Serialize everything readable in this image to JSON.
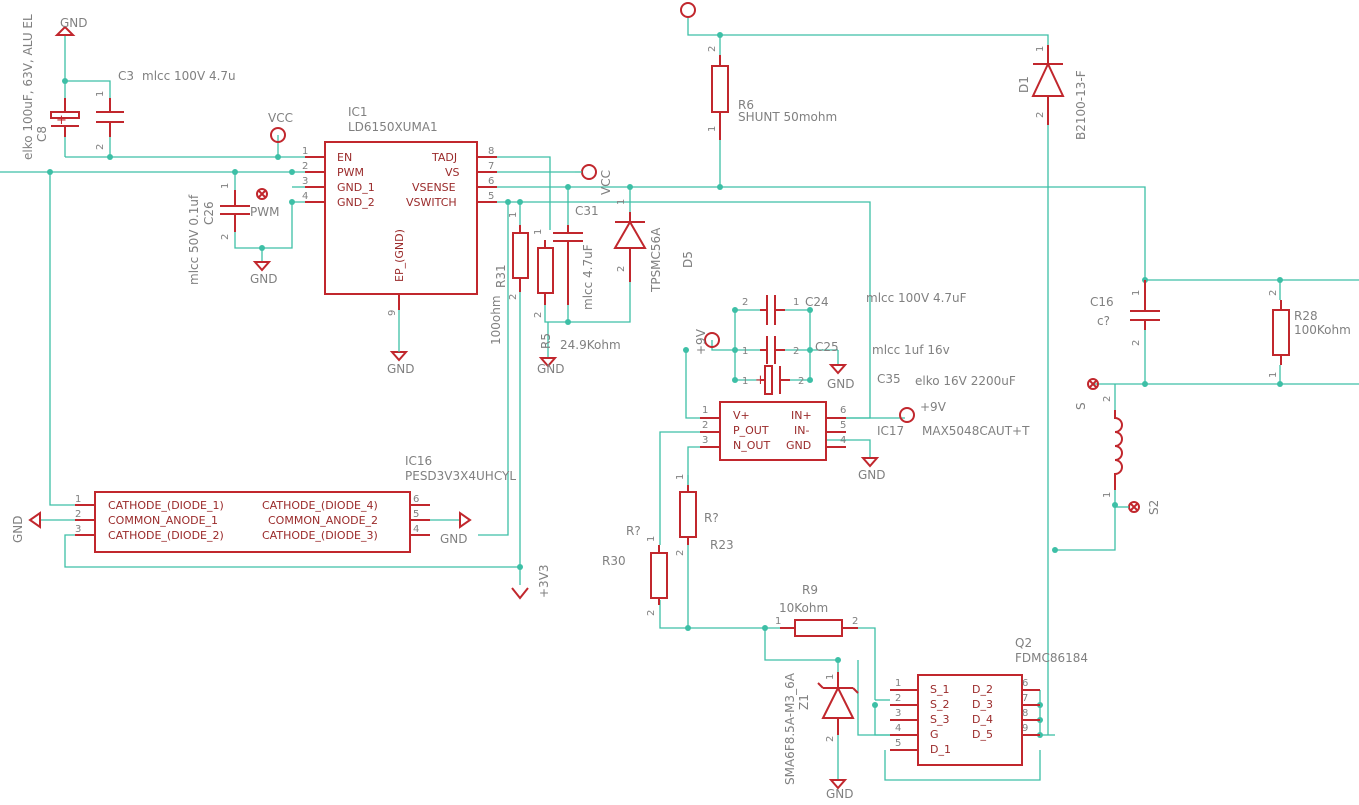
{
  "labels": {
    "gnd_top": "GND",
    "c3_name": "C3",
    "c3_value": "mlcc 100V 4.7u",
    "c8_name": "C8",
    "c8_value": "elko 100uF, 63V, ALU EL",
    "vcc1": "VCC",
    "ic1_name": "IC1",
    "ic1_value": "LD6150XUMA1",
    "vcc2": "VCC",
    "c26_name": "C26",
    "c26_value": "mlcc 50V 0.1uf",
    "pwm_label": "PWM",
    "gnd_c26": "GND",
    "gnd_ic1": "GND",
    "r31_name": "R31",
    "r31_value": "100ohm",
    "c31_name": "C31",
    "c31_value": "mlcc 4.7uF",
    "r5_name": "R5",
    "r5_value": "24.9Kohm",
    "gnd_r5": "GND",
    "d5_name": "D5",
    "d5_value": "TPSMC56A",
    "r6_name": "R6",
    "r6_value": "SHUNT 50mohm",
    "d1_name": "D1",
    "d1_value": "B2100-13-F",
    "c24_name": "C24",
    "c24_value": "mlcc 100V 4.7uF",
    "c25_name": "C25",
    "c25_value": "mlcc 1uf 16v",
    "c35_name": "C35",
    "c35_value": "elko 16V 2200uF",
    "p9v_left": "+9V",
    "p9v_right": "+9V",
    "gnd_c25": "GND",
    "ic17_name": "IC17",
    "ic17_value": "MAX5048CAUT+T",
    "gnd_ic17": "GND",
    "c16b_name": "C16",
    "c16b_value": "c?",
    "r28_name": "R28",
    "r28_value": "100Kohm",
    "s_label": "S",
    "s2_label": "S2",
    "ic16_name": "IC16",
    "ic16_value": "PESD3V3X4UHCYL",
    "gnd_left": "GND",
    "gnd_ic16": "GND",
    "p3v3": "+3V3",
    "rq_left": "R?",
    "r30_name": "R30",
    "rq_right": "R?",
    "r23_name": "R23",
    "r9_name": "R9",
    "r9_value": "10Kohm",
    "z1_name": "Z1",
    "z1_value": "SMA6F8.5A-M3_6A",
    "gnd_z1": "GND",
    "q2_name": "Q2",
    "q2_value": "FDMC86184"
  },
  "ic1_pins": {
    "left": [
      "EN",
      "PWM",
      "GND_1",
      "GND_2"
    ],
    "right": [
      "TADJ",
      "VS",
      "VSENSE",
      "VSWITCH"
    ],
    "bottom": "EP_(GND)",
    "left_nums": [
      "1",
      "2",
      "3",
      "4"
    ],
    "right_nums": [
      "8",
      "7",
      "6",
      "5"
    ],
    "bottom_num": "9"
  },
  "ic17_pins": {
    "left": [
      "V+",
      "P_OUT",
      "N_OUT"
    ],
    "right": [
      "IN+",
      "IN-",
      "GND"
    ],
    "left_nums": [
      "1",
      "2",
      "3"
    ],
    "right_nums": [
      "6",
      "5",
      "4"
    ]
  },
  "ic16_pins": {
    "left": [
      "CATHODE_(DIODE_1)",
      "COMMON_ANODE_1",
      "CATHODE_(DIODE_2)"
    ],
    "right": [
      "CATHODE_(DIODE_4)",
      "COMMON_ANODE_2",
      "CATHODE_(DIODE_3)"
    ],
    "left_nums": [
      "1",
      "2",
      "3"
    ],
    "right_nums": [
      "6",
      "5",
      "4"
    ]
  },
  "q2_pins": {
    "left": [
      "S_1",
      "S_2",
      "S_3",
      "G",
      "D_1"
    ],
    "right": [
      "D_2",
      "D_3",
      "D_4",
      "D_5"
    ],
    "left_nums": [
      "1",
      "2",
      "3",
      "4",
      "5"
    ],
    "right_nums": [
      "6",
      "7",
      "8",
      "9"
    ]
  },
  "pin_numbers": {
    "one": "1",
    "two": "2"
  },
  "colors": {
    "symbol": "#c1272d",
    "wire": "#3dbfa6",
    "text": "#808080",
    "background": "#ffffff"
  }
}
